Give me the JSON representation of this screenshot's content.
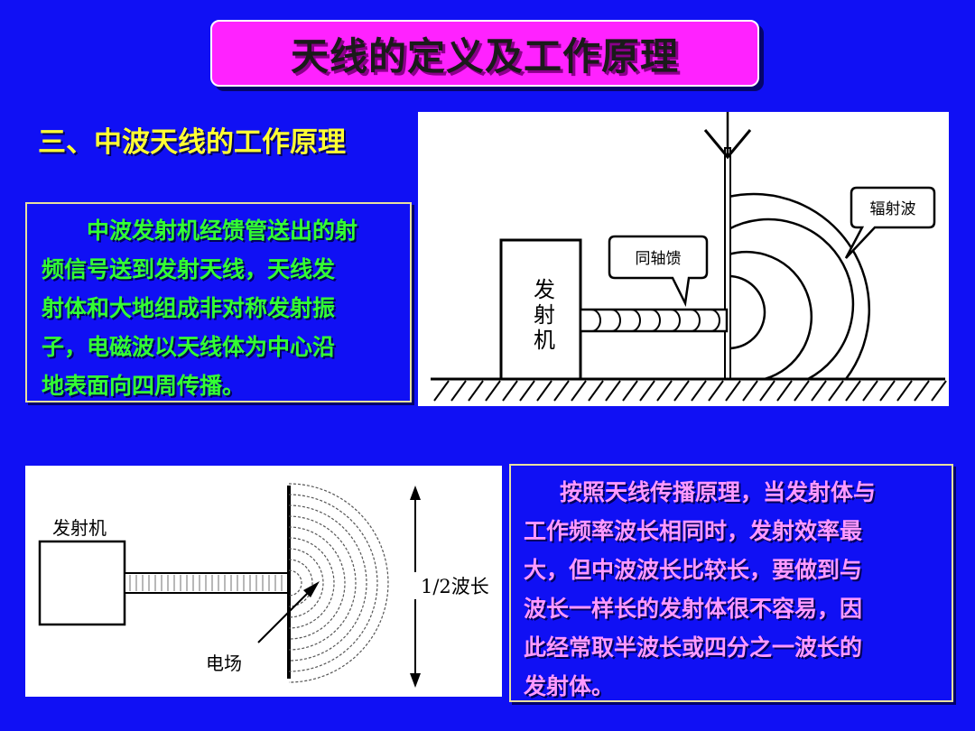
{
  "title": "天线的定义及工作原理",
  "subtitle": "三、中波天线的工作原理",
  "paragraph1": [
    "中波发射机经馈管送出的射",
    "频信号送到发射天线，天线发",
    "射体和大地组成非对称发射振",
    "子，电磁波以天线体为中心沿",
    "地表面向四周传播。"
  ],
  "paragraph2": [
    "按照天线传播原理，当发射体与",
    "工作频率波长相同时，发射效率最",
    "大，但中波波长比较长，要做到与",
    "波长一样长的发射体很不容易，因",
    "此经常取半波长或四分之一波长的",
    "发射体。"
  ],
  "diagram1": {
    "transmitter_chars": [
      "发",
      "射",
      "机"
    ],
    "coax_label": "同轴馈",
    "radiation_label": "辐射波"
  },
  "diagram2": {
    "transmitter_label": "发射机",
    "field_label": "电场",
    "wavelength_label": "1/2波长"
  },
  "colors": {
    "background": "#1010f4",
    "title_box": "#ff22ff",
    "subtitle": "#ffff33",
    "paragraph1": "#33ff33",
    "paragraph2": "#ff99ff"
  }
}
